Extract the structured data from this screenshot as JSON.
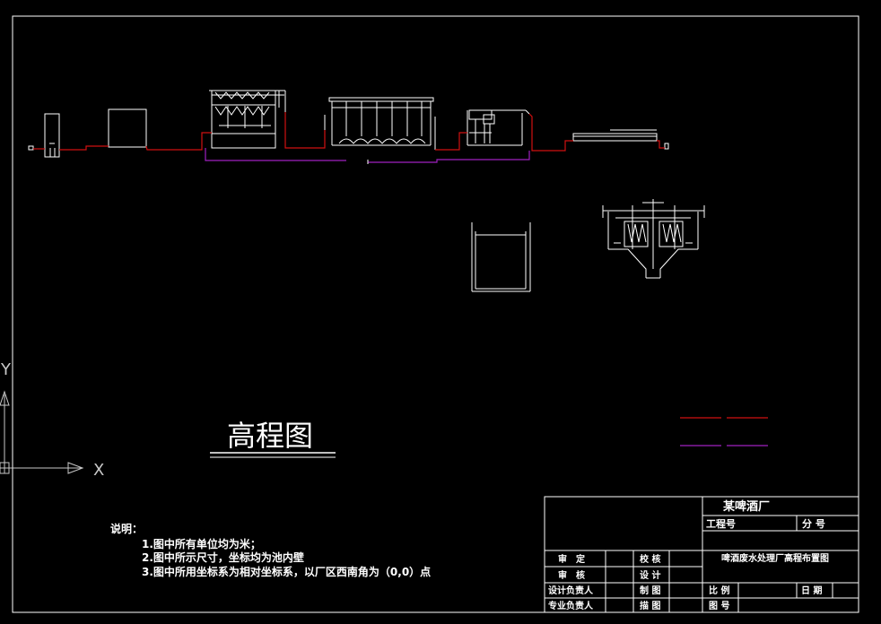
{
  "drawing": {
    "title": "高程图",
    "axis_x_label": "X",
    "axis_y_label": "Y",
    "notes": {
      "heading": "说明：",
      "items": [
        "1.图中所有单位均为米；",
        "2.图中所示尺寸，坐标均为池内壁",
        "3.图中所用坐标系为相对坐标系，以厂区西南角为（0,0）点"
      ]
    }
  },
  "title_block": {
    "company": "某啤酒厂",
    "project_no_label": "工程号",
    "sub_no_label": "分 号",
    "drawing_name": "啤酒废水处理厂高程布置图",
    "rows": [
      {
        "left": "审　定",
        "mid": "校 核"
      },
      {
        "left": "审　核",
        "mid": "设 计"
      },
      {
        "left": "设计负责人",
        "mid": "制 图"
      },
      {
        "left": "专业负责人",
        "mid": "描 图"
      }
    ],
    "scale_label": "比 例",
    "date_label": "日 期",
    "drawing_no_label": "图 号"
  },
  "colors": {
    "background": "#000000",
    "line": "#ffffff",
    "water_line": "#d01010",
    "sludge_line": "#a020c0",
    "axis": "#c8c8c8"
  }
}
